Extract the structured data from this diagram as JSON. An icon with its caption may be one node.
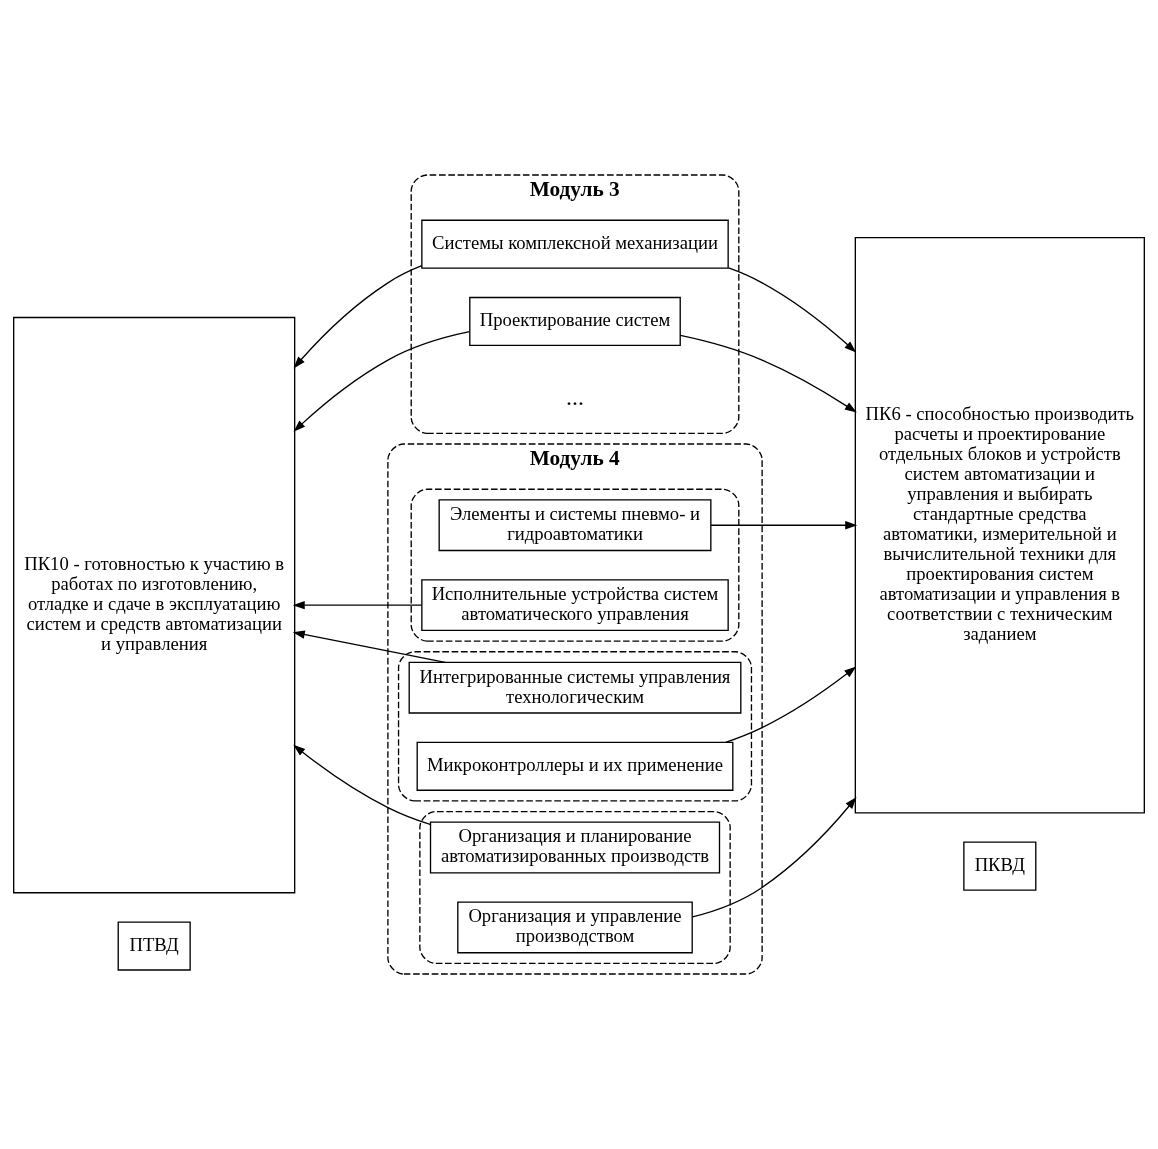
{
  "diagram": {
    "nodes": [
      {
        "text": [
          "ПТВД"
        ]
      },
      {
        "text": [
          "ПКВД"
        ]
      },
      {
        "text": [
          "ПК10 - готовностью к участию в работах по изготовлению, отладке и сдаче в эксплуатацию систем и средств автоматизации и управления"
        ]
      },
      {
        "text": [
          "Модуль 3"
        ]
      },
      {
        "text": [
          "Системы комплексной механизации"
        ],
        "in": 3
      },
      {
        "text": [
          "Проектирование систем"
        ],
        "in": 3
      },
      {
        "text": [
          "Модуль 4"
        ]
      },
      {
        "text": [],
        "shape": "box",
        "in": 6
      },
      {
        "text": [
          "Элементы и системы пневмо- и гидроавтоматики"
        ],
        "in": 7
      },
      {
        "text": [
          "Исполнительные устройства систем автоматического управления"
        ],
        "in": 7
      },
      {
        "text": [],
        "shape": "box",
        "in": 6
      },
      {
        "text": [
          "Интегрированные системы управления технологическим"
        ],
        "in": 10
      },
      {
        "text": [
          "Микроконтроллеры и их применение"
        ],
        "in": 10
      },
      {
        "text": [],
        "shape": "box",
        "in": 6
      },
      {
        "text": [
          "Организация и планирование автоматизированных производств"
        ],
        "in": 13
      },
      {
        "text": [
          "Организация и управление производством"
        ],
        "in": 13
      },
      {
        "text": [
          "ПК6 - способностью производить расчеты и проектирование отдельных блоков и устройств систем автоматизации и управления и выбирать стандартные средства автоматики, измерительной и вычислительной техники для проектирования систем автоматизации и управления в соответствии с техническим заданием"
        ]
      }
    ],
    "edges": [
      {
        "from": 4,
        "to": 2,
        "arrow": "to"
      },
      {
        "from": 4,
        "to": 16,
        "arrow": "to"
      },
      {
        "from": 5,
        "to": 2,
        "arrow": "to"
      },
      {
        "from": 5,
        "to": 16,
        "arrow": "to"
      },
      {
        "from": 8,
        "to": 16,
        "arrow": "to"
      },
      {
        "from": 9,
        "to": 2,
        "arrow": "to"
      },
      {
        "from": 11,
        "to": 2,
        "arrow": "to"
      },
      {
        "from": 12,
        "to": 16,
        "arrow": "to"
      },
      {
        "from": 14,
        "to": 2,
        "arrow": "to"
      },
      {
        "from": 15,
        "to": 16,
        "arrow": "to"
      }
    ],
    "labels": [
      "..."
    ]
  }
}
